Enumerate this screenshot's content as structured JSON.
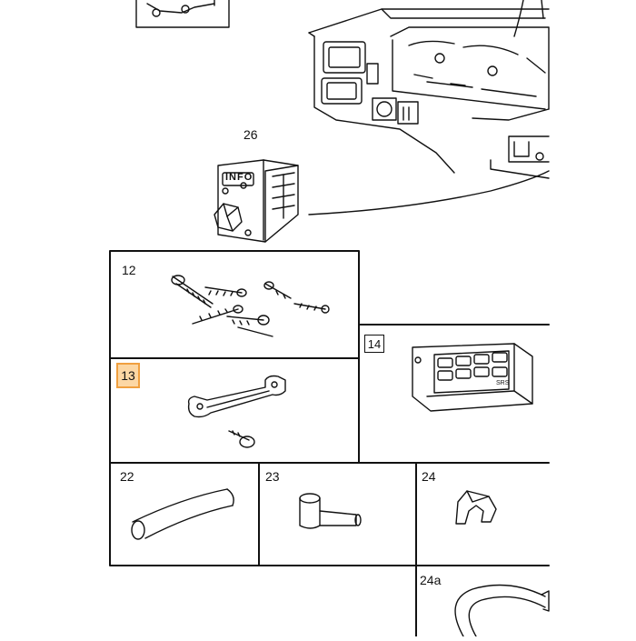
{
  "parts": {
    "p26": "26",
    "p12": "12",
    "p13": "13",
    "p14": "14",
    "p22": "22",
    "p23": "23",
    "p24": "24",
    "p24a": "24a"
  },
  "module_label": "INFO",
  "button_labels": {
    "srs": "SRS"
  },
  "highlight_color": "#f0a040"
}
